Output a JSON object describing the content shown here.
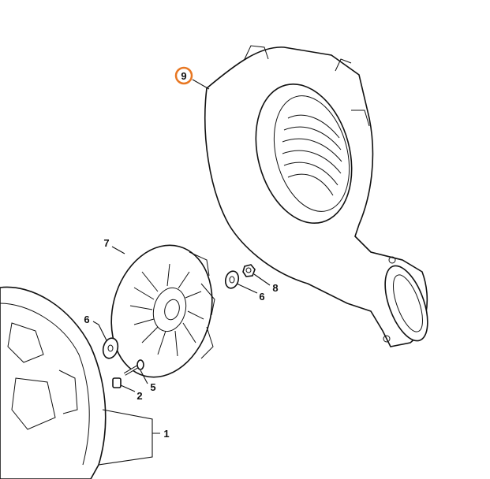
{
  "diagram": {
    "highlight_color": "#e87722",
    "callouts": [
      {
        "id": "9",
        "label": "9",
        "highlighted": true
      },
      {
        "id": "7",
        "label": "7"
      },
      {
        "id": "6a",
        "label": "6"
      },
      {
        "id": "6b",
        "label": "6"
      },
      {
        "id": "8",
        "label": "8"
      },
      {
        "id": "2",
        "label": "2"
      },
      {
        "id": "5",
        "label": "5"
      },
      {
        "id": "1",
        "label": "1"
      }
    ]
  }
}
